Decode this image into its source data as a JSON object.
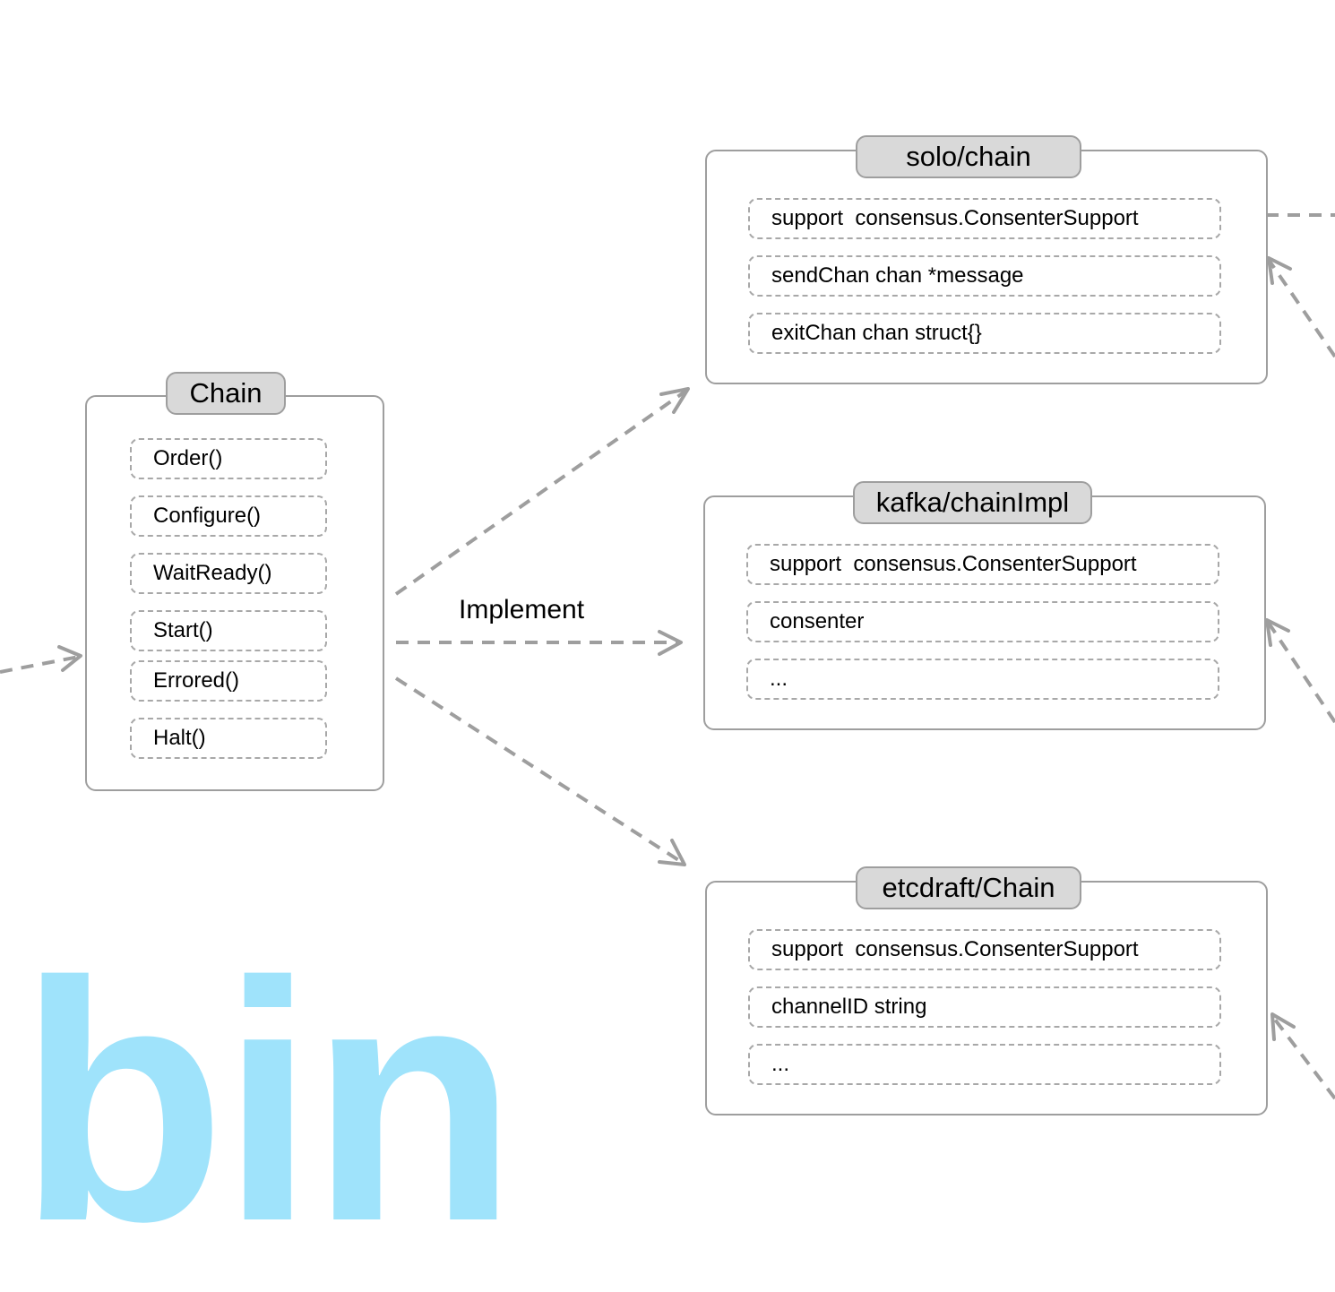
{
  "interface_box": {
    "title": "Chain",
    "methods": [
      "Order()",
      "Configure()",
      "WaitReady()",
      "Start()",
      "Errored()",
      "Halt()"
    ]
  },
  "relation_label": "Implement",
  "implementations": [
    {
      "title": "solo/chain",
      "fields": [
        "support  consensus.ConsenterSupport",
        "sendChan chan *message",
        "exitChan chan struct{}"
      ]
    },
    {
      "title": "kafka/chainImpl",
      "fields": [
        "support  consensus.ConsenterSupport",
        "consenter",
        "..."
      ]
    },
    {
      "title": "etcdraft/Chain",
      "fields": [
        "support  consensus.ConsenterSupport",
        "channelID string",
        "..."
      ]
    }
  ],
  "watermark": "bin",
  "colors": {
    "box_border": "#9e9e9e",
    "tab_fill": "#d9d9d9",
    "arrow": "#9e9e9e",
    "watermark": "#9fe3fb"
  }
}
